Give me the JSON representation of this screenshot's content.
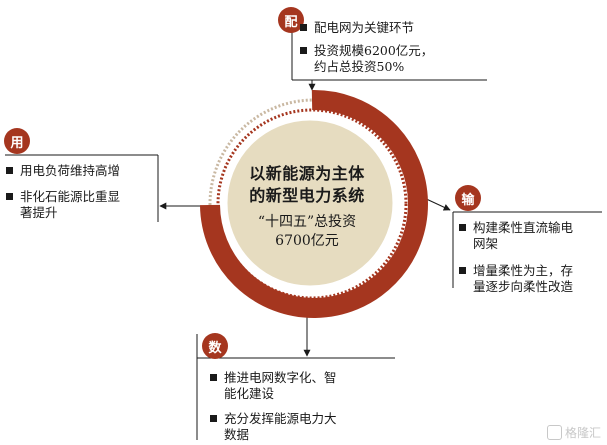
{
  "center": {
    "title_line1": "以新能源为主体",
    "title_line2": "的新型电力系统",
    "invest_line1": "“十四五”总投资",
    "invest_line2": "6700亿元"
  },
  "branches": {
    "pei": {
      "badge": "配",
      "items": [
        "配电网为关键环节",
        "投资规模6200亿元，约占总投资50%"
      ],
      "item2_line1": "投资规模6200亿元，",
      "item2_line2": "约占总投资50%"
    },
    "yong": {
      "badge": "用",
      "item1": "用电负荷维持高增",
      "item2_line1": "非化石能源比重显",
      "item2_line2": "著提升"
    },
    "shu": {
      "badge": "输",
      "item1_line1": "构建柔性直流输电",
      "item1_line2": "网架",
      "item2_line1": "增量柔性为主，存",
      "item2_line2": "量逐步向柔性改造"
    },
    "shu2": {
      "badge": "数",
      "item1_line1": "推进电网数字化、智",
      "item1_line2": "能化建设",
      "item2_line1": "充分发挥能源电力大",
      "item2_line2": "数据"
    }
  },
  "watermark": "格隆汇",
  "colors": {
    "ring": "#a5361f",
    "center_fill": "#e6dcc0",
    "badge": "#a5361f",
    "line": "#1a1a1a"
  },
  "icons": [
    "square-bullet-icon",
    "arrow-icon",
    "watermark-logo-icon"
  ]
}
